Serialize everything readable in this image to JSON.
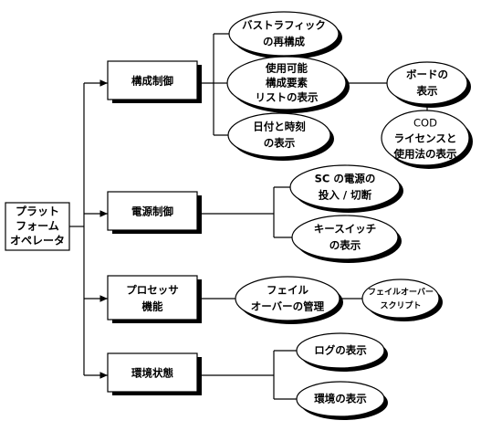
{
  "diagram": {
    "root": {
      "lines": [
        "プラット",
        "フォーム",
        "オペレータ"
      ]
    },
    "categories": {
      "config": {
        "lines": [
          "構成制御"
        ]
      },
      "power": {
        "lines": [
          "電源制御"
        ]
      },
      "processor": {
        "lines": [
          "プロセッサ",
          "機能"
        ]
      },
      "environment": {
        "lines": [
          "環境状態"
        ]
      }
    },
    "tasks": {
      "bus_traffic": {
        "lines": [
          "バストラフィック",
          "の再構成"
        ]
      },
      "available_components": {
        "lines": [
          "使用可能",
          "構成要素",
          "リストの表示"
        ]
      },
      "datetime": {
        "lines": [
          "日付と時刻",
          "の表示"
        ]
      },
      "board": {
        "lines": [
          "ボードの",
          "表示"
        ]
      },
      "cod": {
        "lines": [
          "COD",
          "ライセンスと",
          "使用法の表示"
        ]
      },
      "sc_power": {
        "lines": [
          "SC の電源の",
          "投入 / 切断"
        ]
      },
      "keyswitch": {
        "lines": [
          "キースイッチ",
          "の表示"
        ]
      },
      "failover": {
        "lines": [
          "フェイル",
          "オーバーの管理"
        ]
      },
      "failover_script": {
        "lines": [
          "フェイルオーバー",
          "スクリプト"
        ]
      },
      "log": {
        "lines": [
          "ログの表示"
        ]
      },
      "env_display": {
        "lines": [
          "環境の表示"
        ]
      }
    }
  }
}
